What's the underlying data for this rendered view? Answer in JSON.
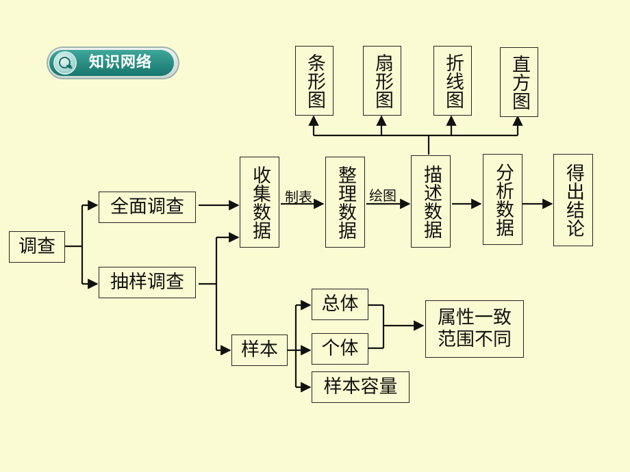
{
  "badge": {
    "title": "知识网络",
    "icon": "magnifier-plus-icon"
  },
  "nodes": {
    "survey": "调查",
    "census": "全面调查",
    "sample_survey": "抽样调查",
    "collect": "收集数据",
    "organize": "整理数据",
    "describe": "描述数据",
    "analyze": "分析数据",
    "conclude": "得出结论",
    "bar_chart": "条形图",
    "pie_chart": "扇形图",
    "line_chart": "折线图",
    "histogram": "直方图",
    "sample": "样本",
    "population": "总体",
    "individual": "个体",
    "sample_size": "样本容量",
    "attribute_note": "属性一致范围不同"
  },
  "edge_labels": {
    "make_table": "制表",
    "draw_chart": "绘图"
  }
}
